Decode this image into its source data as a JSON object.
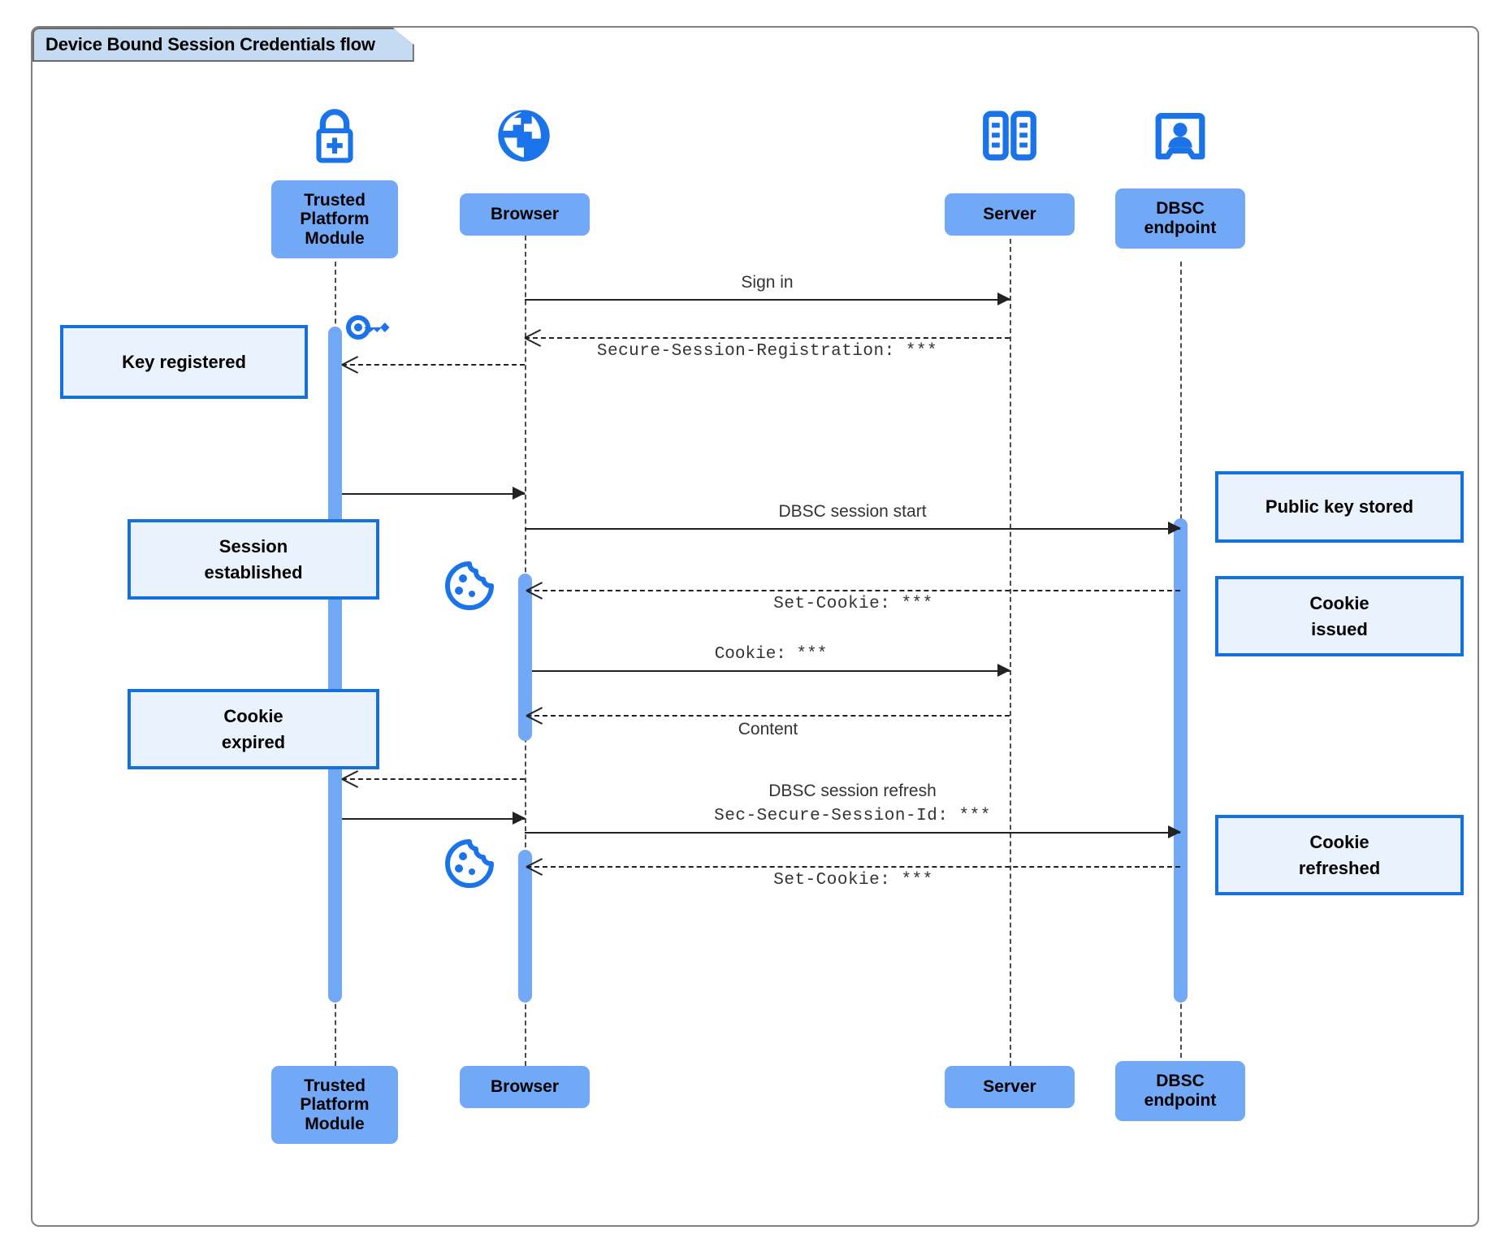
{
  "diagram": {
    "title": "Device Bound Session Credentials flow",
    "colors": {
      "participant_fill": "#72a9f7",
      "note_fill": "#eaf2fd",
      "note_border": "#1571db",
      "icon_blue": "#1a73e8",
      "frame_border": "#808080",
      "title_fill": "#c5dbf2"
    }
  },
  "participants": [
    {
      "id": "tpm",
      "label": "Trusted\nPlatform\nModule",
      "icon": "padlock-plus-icon"
    },
    {
      "id": "browser",
      "label": "Browser",
      "icon": "globe-icon"
    },
    {
      "id": "server",
      "label": "Server",
      "icon": "server-rack-icon"
    },
    {
      "id": "dbsc",
      "label": "DBSC\nendpoint",
      "icon": "id-badge-icon"
    }
  ],
  "participants_top": {
    "tpm": "Trusted Platform Module",
    "browser": "Browser",
    "server": "Server",
    "dbsc": "DBSC endpoint"
  },
  "messages": [
    {
      "id": "m1",
      "label": "Sign in",
      "style": "solid",
      "font": "sans",
      "from": "browser",
      "to": "server"
    },
    {
      "id": "m2",
      "label": "Secure-Session-Registration: ***",
      "style": "dashed",
      "font": "mono",
      "from": "server",
      "to": "browser"
    },
    {
      "id": "m3",
      "label": "",
      "style": "solid",
      "font": "sans",
      "from": "browser",
      "to": "tpm"
    },
    {
      "id": "m4",
      "label": "",
      "style": "solid",
      "font": "sans",
      "from": "tpm",
      "to": "browser"
    },
    {
      "id": "m5",
      "label": "DBSC session start",
      "style": "solid",
      "font": "sans",
      "from": "browser",
      "to": "dbsc"
    },
    {
      "id": "m6",
      "label": "Set-Cookie: ***",
      "style": "dashed",
      "font": "mono",
      "from": "dbsc",
      "to": "browser"
    },
    {
      "id": "m7",
      "label": "Cookie: ***",
      "style": "solid",
      "font": "mono",
      "from": "browser",
      "to": "server"
    },
    {
      "id": "m8",
      "label": "Content",
      "style": "dashed",
      "font": "sans",
      "from": "server",
      "to": "browser"
    },
    {
      "id": "m9",
      "label": "",
      "style": "dashed",
      "font": "sans",
      "from": "browser",
      "to": "tpm"
    },
    {
      "id": "m10",
      "label": "",
      "style": "solid",
      "font": "sans",
      "from": "tpm",
      "to": "browser"
    },
    {
      "id": "m11",
      "label_top": "DBSC session refresh",
      "label": "Sec-Secure-Session-Id: ***",
      "style": "solid",
      "font": "mono",
      "from": "browser",
      "to": "dbsc"
    },
    {
      "id": "m12",
      "label": "Set-Cookie: ***",
      "style": "dashed",
      "font": "mono",
      "from": "dbsc",
      "to": "browser"
    }
  ],
  "notes": [
    {
      "id": "n1",
      "text": "Key registered",
      "side": "left",
      "attached_to": "tpm"
    },
    {
      "id": "n2",
      "text": "Session\nestablished",
      "side": "left",
      "attached_to": "tpm"
    },
    {
      "id": "n3",
      "text": "Cookie\nexpired",
      "side": "left",
      "attached_to": "tpm"
    },
    {
      "id": "n4",
      "text": "Public key stored",
      "side": "right",
      "attached_to": "dbsc"
    },
    {
      "id": "n5",
      "text": "Cookie\nissued",
      "side": "right",
      "attached_to": "dbsc"
    },
    {
      "id": "n6",
      "text": "Cookie\nrefreshed",
      "side": "right",
      "attached_to": "dbsc"
    }
  ],
  "note_text": {
    "key_registered": "Key registered",
    "session_established_l1": "Session",
    "session_established_l2": "established",
    "cookie_expired_l1": "Cookie",
    "cookie_expired_l2": "expired",
    "public_key_stored": "Public key stored",
    "cookie_issued_l1": "Cookie",
    "cookie_issued_l2": "issued",
    "cookie_refreshed_l1": "Cookie",
    "cookie_refreshed_l2": "refreshed"
  },
  "labels": {
    "tpm_l1": "Trusted",
    "tpm_l2": "Platform",
    "tpm_l3": "Module",
    "browser": "Browser",
    "server": "Server",
    "dbsc_l1": "DBSC",
    "dbsc_l2": "endpoint",
    "m1": "Sign in",
    "m2": "Secure-Session-Registration: ***",
    "m5": "DBSC session start",
    "m6": "Set-Cookie: ***",
    "m7": "Cookie: ***",
    "m8": "Content",
    "m11a": "DBSC session refresh",
    "m11b": "Sec-Secure-Session-Id: ***",
    "m12": "Set-Cookie: ***"
  },
  "inline_icons": [
    {
      "id": "key1",
      "name": "key-icon",
      "near": "tpm"
    },
    {
      "id": "cookie1",
      "name": "cookie-icon",
      "near": "browser"
    },
    {
      "id": "cookie2",
      "name": "cookie-icon",
      "near": "browser"
    }
  ]
}
